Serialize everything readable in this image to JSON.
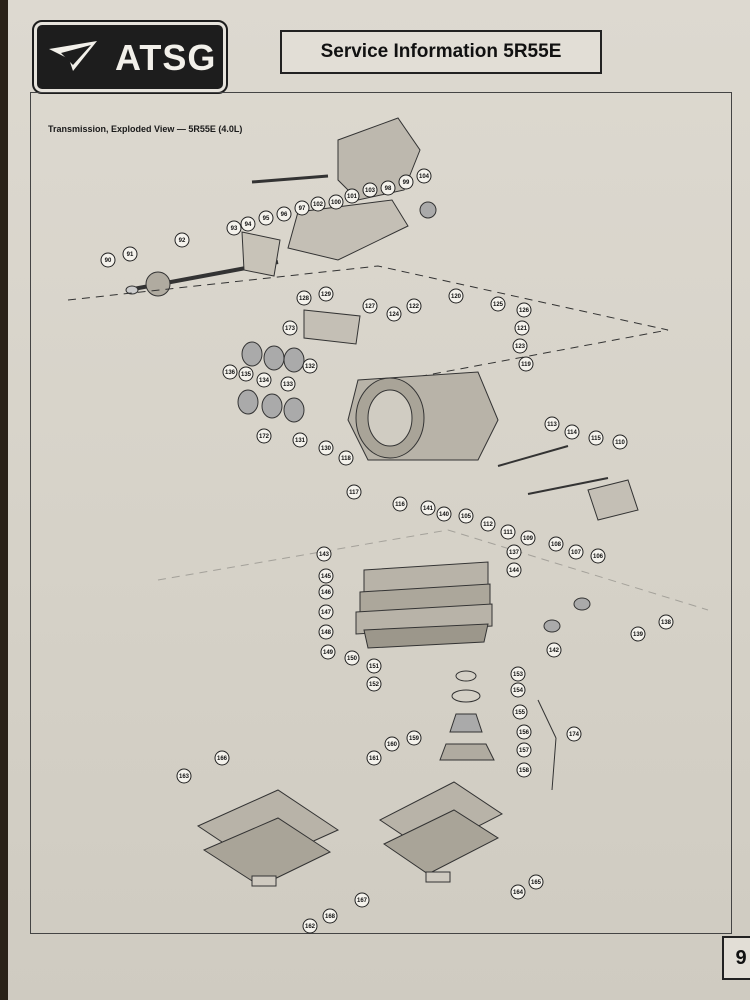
{
  "header": {
    "logo_text": "ATSG",
    "service_title": "Service Information 5R55E"
  },
  "diagram": {
    "title": "Transmission, Exploded View — 5R55E (4.0L)",
    "callouts": [
      "90",
      "91",
      "92",
      "93",
      "94",
      "95",
      "96",
      "97",
      "98",
      "99",
      "100",
      "101",
      "102",
      "103",
      "104",
      "105",
      "106",
      "107",
      "108",
      "109",
      "110",
      "111",
      "112",
      "113",
      "114",
      "115",
      "116",
      "117",
      "118",
      "119",
      "120",
      "121",
      "122",
      "123",
      "124",
      "125",
      "126",
      "127",
      "128",
      "129",
      "130",
      "131",
      "132",
      "133",
      "134",
      "135",
      "136",
      "137",
      "138",
      "139",
      "140",
      "141",
      "142",
      "143",
      "144",
      "145",
      "146",
      "147",
      "148",
      "149",
      "150",
      "151",
      "152",
      "153",
      "154",
      "155",
      "156",
      "157",
      "158",
      "159",
      "160",
      "161",
      "162",
      "163",
      "164",
      "165",
      "166",
      "167",
      "168",
      "172",
      "173",
      "174"
    ]
  },
  "footer": {
    "page_number": "9"
  }
}
